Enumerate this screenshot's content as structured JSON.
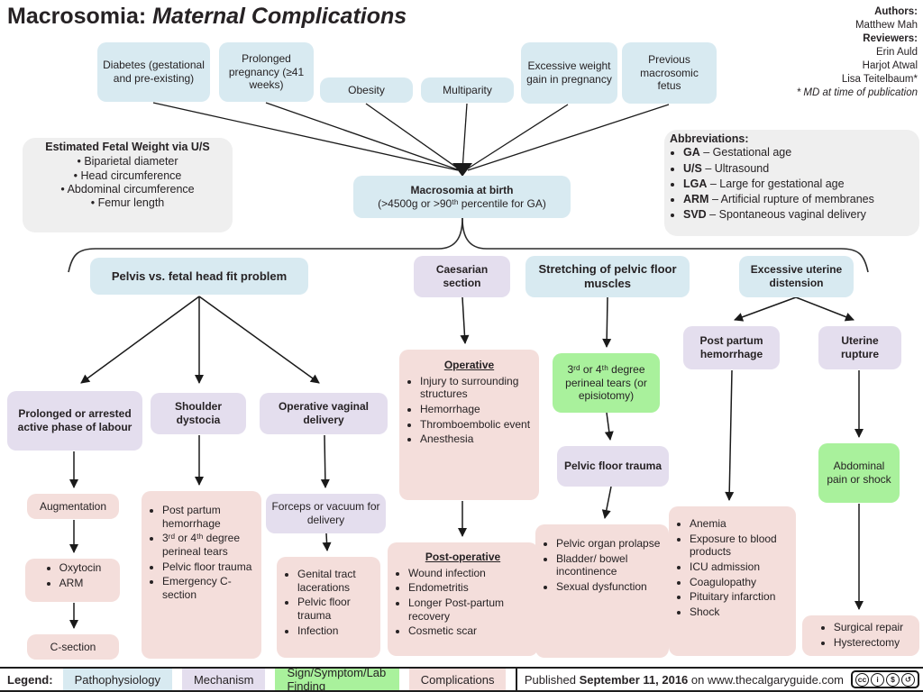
{
  "title": {
    "prefix": "Macrosomia: ",
    "emphasis": "Maternal Complications"
  },
  "credits": {
    "authors_label": "Authors:",
    "authors": [
      "Matthew Mah"
    ],
    "reviewers_label": "Reviewers:",
    "reviewers": [
      "Erin Auld",
      "Harjot Atwal",
      "Lisa Teitelbaum*"
    ],
    "footnote": "* MD at time of publication"
  },
  "risk_factors": [
    "Diabetes (gestational and pre-existing)",
    "Prolonged pregnancy (≥41 weeks)",
    "Obesity",
    "Multiparity",
    "Excessive weight gain in pregnancy",
    "Previous macrosomic fetus"
  ],
  "fetal_weight": {
    "title": "Estimated Fetal Weight via U/S",
    "items": [
      "Biparietal diameter",
      "Head circumference",
      "Abdominal circumference",
      "Femur length"
    ]
  },
  "abbreviations": {
    "title": "Abbreviations:",
    "items": [
      {
        "abbr": "GA",
        "rest": " – Gestational age"
      },
      {
        "abbr": "U/S",
        "rest": " – Ultrasound"
      },
      {
        "abbr": "LGA",
        "rest": " – Large for gestational age"
      },
      {
        "abbr": "ARM",
        "rest": " – Artificial rupture of membranes"
      },
      {
        "abbr": "SVD",
        "rest": " – Spontaneous vaginal delivery"
      }
    ]
  },
  "central": {
    "title": "Macrosomia at birth",
    "subtitle": "(>4500g or >90ᵗʰ percentile for GA)"
  },
  "level2": {
    "pelvis": "Pelvis vs. fetal head fit problem",
    "caesarian": "Caesarian section",
    "stretching": "Stretching of pelvic floor muscles",
    "distension": "Excessive uterine distension"
  },
  "pelvis_branch": {
    "prolonged_labour": "Prolonged or arrested active phase of labour",
    "shoulder_dystocia": "Shoulder dystocia",
    "operative_vaginal": "Operative vaginal delivery",
    "augmentation": "Augmentation",
    "augmentation_items": [
      "Oxytocin",
      "ARM"
    ],
    "c_section": "C-section",
    "shoulder_outcomes": [
      "Post partum hemorrhage",
      "3ʳᵈ or 4ᵗʰ degree perineal tears",
      "Pelvic floor trauma",
      "Emergency C-section"
    ],
    "forceps": "Forceps or vacuum for delivery",
    "forceps_outcomes": [
      "Genital tract lacerations",
      "Pelvic floor trauma",
      "Infection"
    ]
  },
  "caesarian_branch": {
    "operative_title": "Operative",
    "operative_items": [
      "Injury to surrounding structures",
      "Hemorrhage",
      "Thromboembolic event",
      "Anesthesia"
    ],
    "postoperative_title": "Post-operative",
    "postoperative_items": [
      "Wound infection",
      "Endometritis",
      "Longer Post-partum recovery",
      "Cosmetic scar"
    ]
  },
  "pelvic_floor_branch": {
    "tears": "3ʳᵈ or 4ᵗʰ degree perineal tears (or episiotomy)",
    "trauma": "Pelvic floor trauma",
    "outcomes": [
      "Pelvic organ prolapse",
      "Bladder/ bowel incontinence",
      "Sexual dysfunction"
    ]
  },
  "distension_branch": {
    "pph": "Post partum hemorrhage",
    "rupture": "Uterine rupture",
    "pph_outcomes": [
      "Anemia",
      "Exposure to blood products",
      "ICU admission",
      "Coagulopathy",
      "Pituitary infarction",
      "Shock"
    ],
    "abdominal": "Abdominal pain or shock",
    "rupture_outcomes": [
      "Surgical repair",
      "Hysterectomy"
    ]
  },
  "legend": {
    "label": "Legend:",
    "items": [
      {
        "label": "Pathophysiology",
        "color": "#d8eaf1"
      },
      {
        "label": "Mechanism",
        "color": "#e4deee"
      },
      {
        "label": "Sign/Symptom/Lab Finding",
        "color": "#a9f19c"
      },
      {
        "label": "Complications",
        "color": "#f4dedb"
      }
    ]
  },
  "footer": {
    "published_prefix": "Published ",
    "published_date": "September 11, 2016",
    "published_suffix": " on www.thecalgaryguide.com",
    "license_icons": [
      {
        "name": "cc-icon",
        "glyph": "cc"
      },
      {
        "name": "by-icon",
        "glyph": "i"
      },
      {
        "name": "nc-icon",
        "glyph": "$"
      },
      {
        "name": "sa-icon",
        "glyph": "↺"
      }
    ]
  }
}
